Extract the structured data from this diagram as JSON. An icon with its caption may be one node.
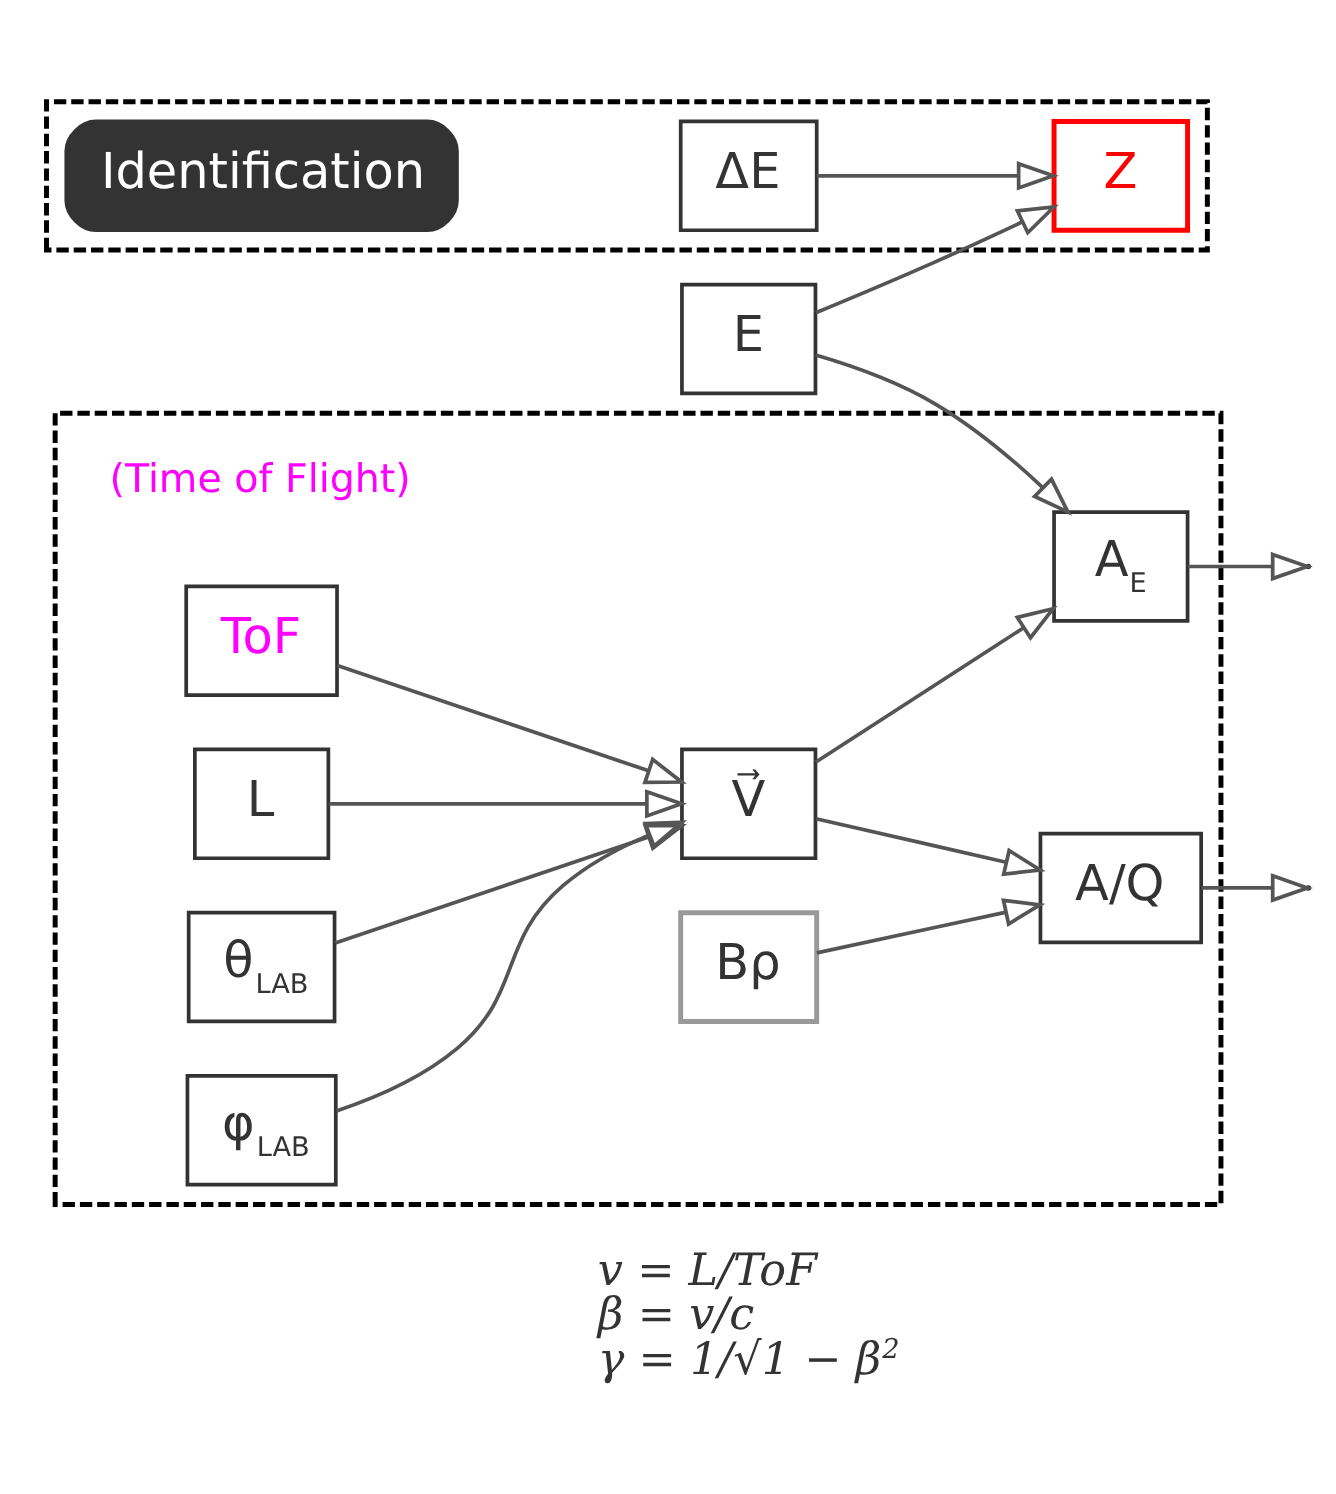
{
  "diagram": {
    "nodes": [
      {
        "text": [],
        "shape": "box"
      },
      {
        "text": [
          "Identification"
        ],
        "in": 0
      },
      {
        "text": [
          "ΔE"
        ],
        "in": 0
      },
      {
        "text": [
          "E"
        ]
      },
      {
        "text": [
          "Z"
        ],
        "in": 0
      },
      {
        "text": [],
        "shape": "box"
      },
      {
        "text": [
          "ToF"
        ],
        "beside": [
          "(Time of Flight)"
        ],
        "in": 5
      },
      {
        "text": [
          "L"
        ],
        "in": 5
      },
      {
        "text": [
          "θ$_{LAB}$"
        ],
        "in": 5
      },
      {
        "text": [
          "φ$_{LAB}$"
        ],
        "in": 5
      },
      {
        "text": [
          "V⃗"
        ],
        "in": 5
      },
      {
        "text": [
          "Bρ"
        ],
        "in": 5
      },
      {
        "text": [
          "A$_{E}$"
        ],
        "in": 5
      },
      {
        "text": [
          "A/Q"
        ],
        "in": 5
      }
    ],
    "edges": [
      {
        "from": 2,
        "to": 4,
        "arrow": "to"
      },
      {
        "from": 3,
        "to": 4,
        "arrow": "to"
      },
      {
        "from": 6,
        "to": 10,
        "arrow": "to"
      },
      {
        "from": 7,
        "to": 10,
        "arrow": "to"
      },
      {
        "from": 8,
        "to": 10,
        "arrow": "to"
      },
      {
        "from": 9,
        "to": 10,
        "arrow": "to"
      },
      {
        "from": 3,
        "to": 12,
        "arrow": "to"
      },
      {
        "from": 10,
        "to": 12,
        "arrow": "to"
      },
      {
        "from": 10,
        "to": 13,
        "arrow": "to"
      },
      {
        "from": 11,
        "to": 13,
        "arrow": "to"
      },
      {
        "from": 12,
        "to": null,
        "arrow": "to"
      },
      {
        "from": 13,
        "to": null,
        "arrow": "to"
      }
    ],
    "labels": [
      "v = L/ToF",
      "β = v/c",
      "γ = 1/√1 − β$^{2}$"
    ]
  }
}
